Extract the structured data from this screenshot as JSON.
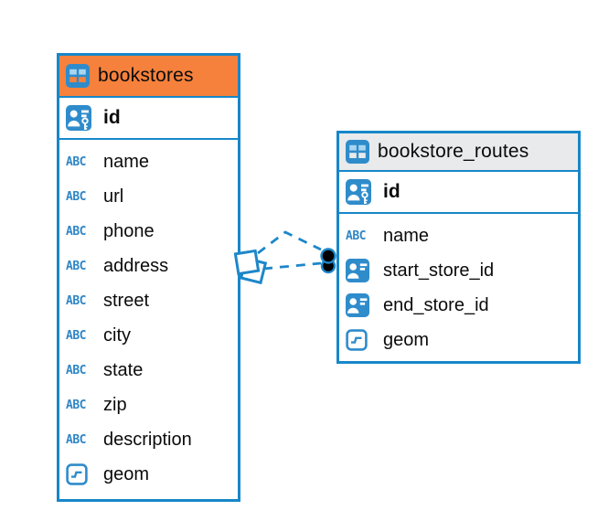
{
  "diagram": {
    "tables": [
      {
        "name": "bookstores",
        "header_color": "#F6813C",
        "primary_key": {
          "name": "id"
        },
        "columns": [
          {
            "name": "name",
            "type": "text"
          },
          {
            "name": "url",
            "type": "text"
          },
          {
            "name": "phone",
            "type": "text"
          },
          {
            "name": "address",
            "type": "text"
          },
          {
            "name": "street",
            "type": "text"
          },
          {
            "name": "city",
            "type": "text"
          },
          {
            "name": "state",
            "type": "text"
          },
          {
            "name": "zip",
            "type": "text"
          },
          {
            "name": "description",
            "type": "text"
          },
          {
            "name": "geom",
            "type": "geometry"
          }
        ]
      },
      {
        "name": "bookstore_routes",
        "header_color": "#E9EAEB",
        "primary_key": {
          "name": "id"
        },
        "columns": [
          {
            "name": "name",
            "type": "text"
          },
          {
            "name": "start_store_id",
            "type": "reference"
          },
          {
            "name": "end_store_id",
            "type": "reference"
          },
          {
            "name": "geom",
            "type": "geometry"
          }
        ]
      }
    ],
    "icons": {
      "text_type_label": "ABC"
    },
    "colors": {
      "accent_blue": "#1787C9",
      "icon_blue": "#2F8CCB",
      "icon_light_blue": "#A9D6F0",
      "orange_header": "#F6813C",
      "gray_header": "#E9EAEB",
      "connector_dot": "#000000"
    }
  }
}
